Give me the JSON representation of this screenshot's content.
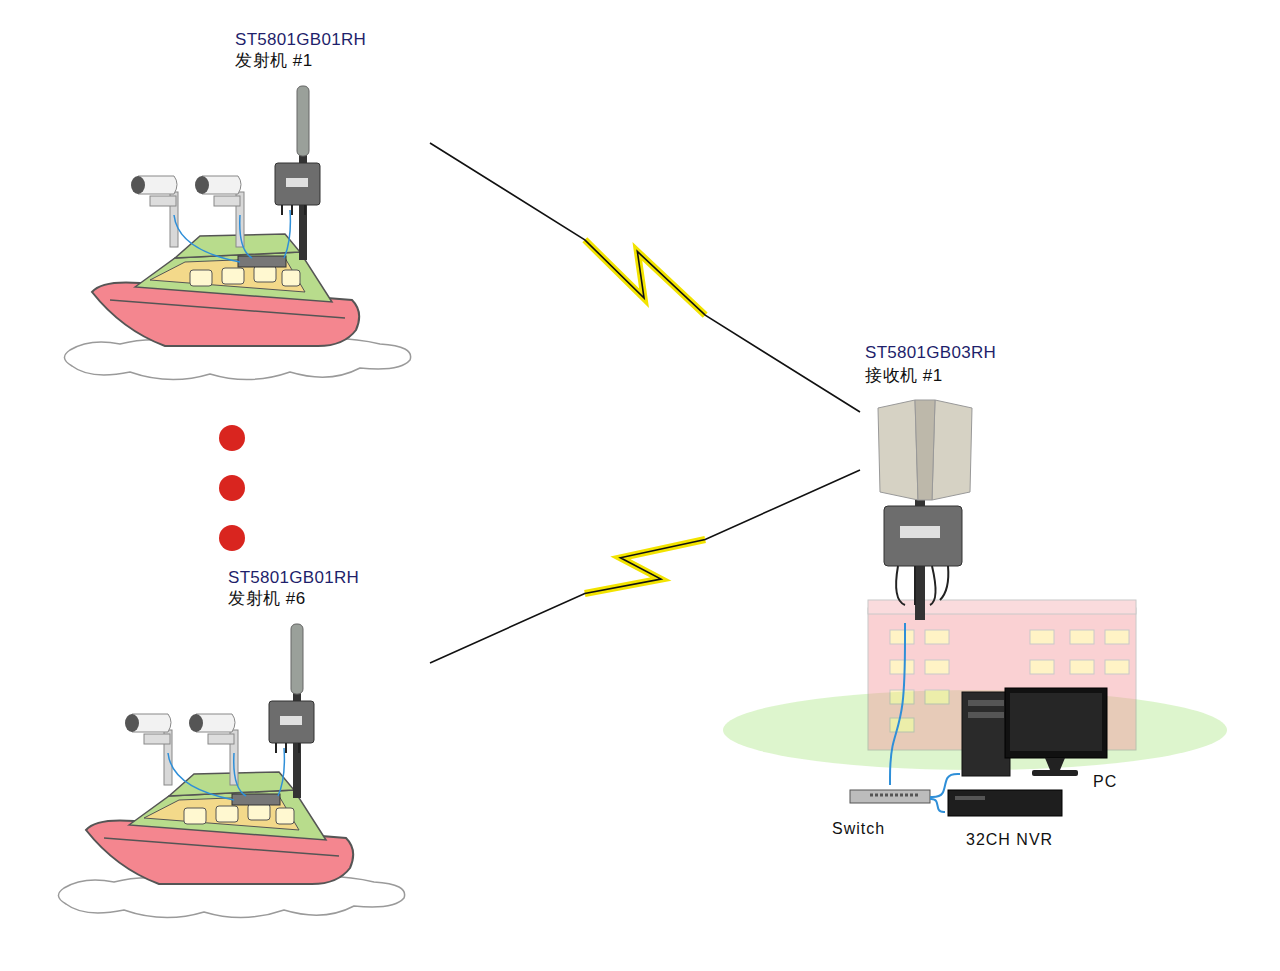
{
  "diagram": {
    "nodes": [
      {
        "text": [
          "ST5801GB01RH",
          "发射机 #1"
        ]
      },
      {
        "text": [
          "ST5801GB01RH",
          "发射机 #6"
        ]
      },
      {
        "text": [
          "ST5801GB03RH",
          "接收机 #1"
        ]
      },
      {
        "text": [
          "Switch"
        ]
      },
      {
        "text": [
          "PC"
        ]
      },
      {
        "text": [
          "32CH NVR"
        ]
      }
    ],
    "edges": [
      {
        "from": 0,
        "to": 2,
        "arrow": "none"
      },
      {
        "from": 1,
        "to": 2,
        "arrow": "none"
      },
      {
        "from": 2,
        "to": 3,
        "arrow": "none"
      },
      {
        "from": 3,
        "to": 4,
        "arrow": "none"
      },
      {
        "from": 3,
        "to": 5,
        "arrow": "none"
      }
    ]
  }
}
